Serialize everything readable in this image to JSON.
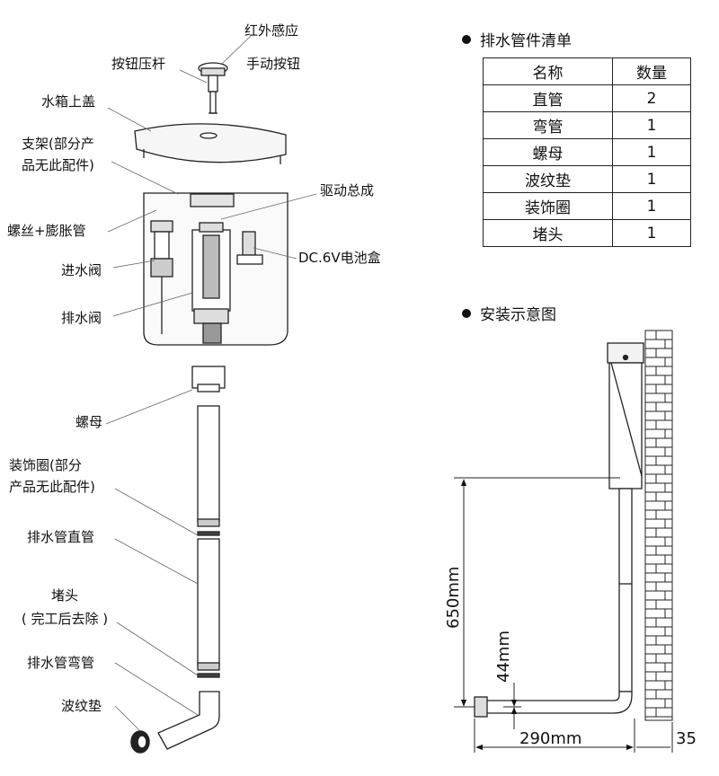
{
  "exploded_view": {
    "labels": {
      "infrared_sensor": "红外感应",
      "button_lever": "按钮压杆",
      "manual_button": "手动按钮",
      "tank_lid": "水箱上盖",
      "bracket_line1": "支架(部分产",
      "bracket_line2": "品无此配件)",
      "drive_assembly": "驱动总成",
      "screw_anchor": "螺丝+膨胀管",
      "battery_box": "DC.6V电池盒",
      "inlet_valve": "进水阀",
      "drain_valve": "排水阀",
      "nut": "螺母",
      "ring_line1": "装饰圈(部分",
      "ring_line2": "产品无此配件)",
      "straight_pipe": "排水管直管",
      "plug_line1": "堵头",
      "plug_line2": "( 完工后去除 )",
      "bend_pipe": "排水管弯管",
      "gasket": "波纹垫"
    }
  },
  "parts_list": {
    "title": "排水管件清单",
    "header": {
      "name": "名称",
      "qty": "数量"
    },
    "rows": [
      {
        "name": "直管",
        "qty": "2"
      },
      {
        "name": "弯管",
        "qty": "1"
      },
      {
        "name": "螺母",
        "qty": "1"
      },
      {
        "name": "波纹垫",
        "qty": "1"
      },
      {
        "name": "装饰圈",
        "qty": "1"
      },
      {
        "name": "堵头",
        "qty": "1"
      }
    ]
  },
  "install_diagram": {
    "title": "安装示意图",
    "dimensions": {
      "height": "650mm",
      "pipe_offset": "44mm",
      "horizontal": "290mm",
      "wall": "35"
    }
  }
}
